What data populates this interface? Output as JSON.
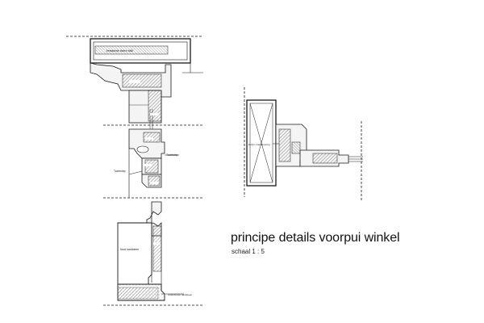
{
  "title": "principe details voorpui winkel",
  "scale": "schaal 1 : 5",
  "labels": {
    "bestaande_stalen_balk": "bestaande stalen balk",
    "kozijn_betimmering": "kozijn / betimmering",
    "tochtstrip_1": "Tochtstrip",
    "tochtstrip_2": "Tochtstrip",
    "noot_hardsteen": "Noot hardsteen",
    "onderdorpel_hardsteen": "onderdorpel hardsteen"
  },
  "colors": {
    "line": "#1a1a1a",
    "wood_fill": "#f4f4f4",
    "hatch": "#3a3a3a",
    "stone_fill": "#e6e6e6"
  }
}
